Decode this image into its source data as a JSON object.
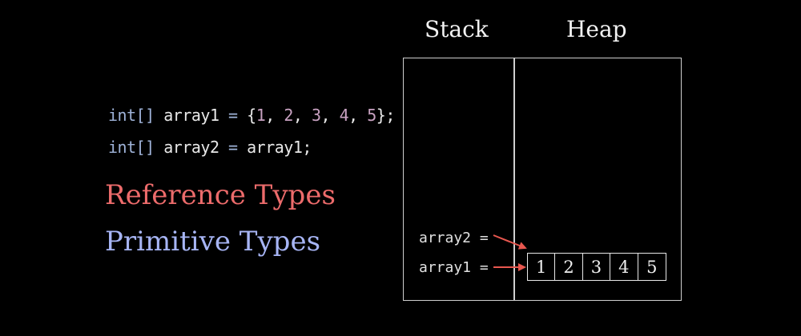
{
  "code": {
    "line1": {
      "type": "int[]",
      "name": " array1 ",
      "op": "=",
      "open": " {",
      "items": [
        "1",
        "2",
        "3",
        "4",
        "5"
      ],
      "close": "};"
    },
    "line2": {
      "type": "int[]",
      "name": " array2 ",
      "op": "=",
      "rest": " array1;"
    }
  },
  "legend": {
    "reference": "Reference Types",
    "primitive": "Primitive Types"
  },
  "memory": {
    "stack_label": "Stack",
    "heap_label": "Heap",
    "vars": [
      {
        "label": "array2 ="
      },
      {
        "label": "array1 ="
      }
    ],
    "array_cells": [
      "1",
      "2",
      "3",
      "4",
      "5"
    ]
  },
  "colors": {
    "reference": "#ec6b6b",
    "primitive": "#a7b5f5",
    "arrow": "#e8574f"
  }
}
